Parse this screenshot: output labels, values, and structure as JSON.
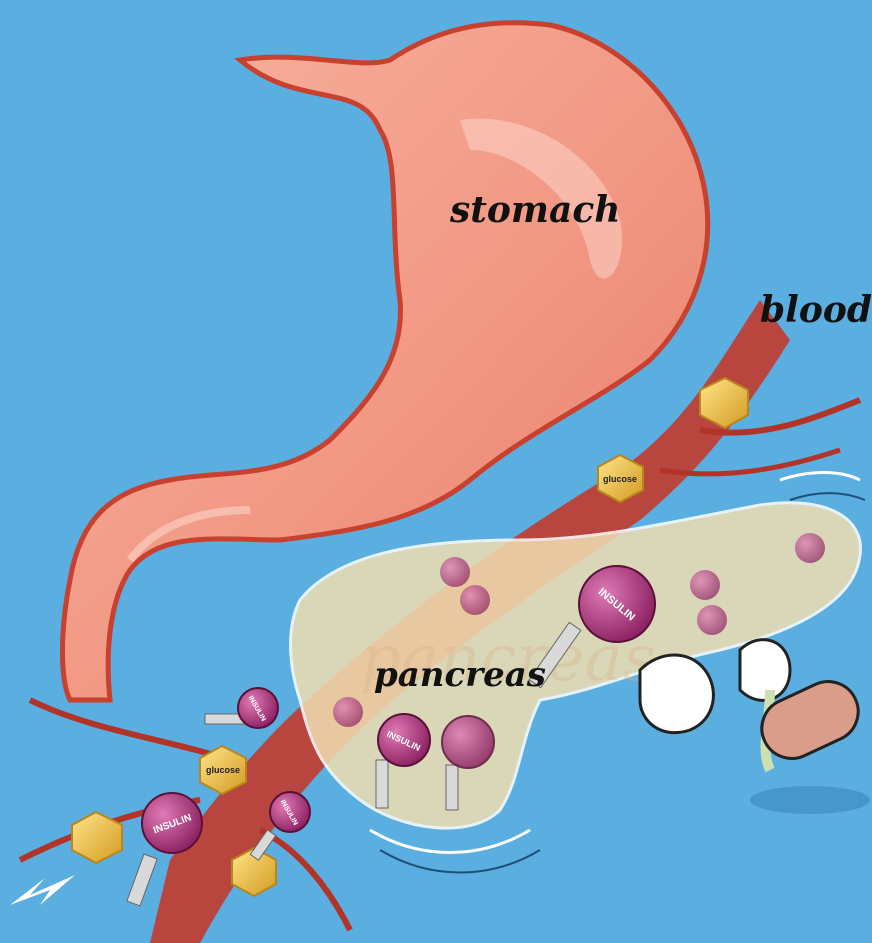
{
  "colors": {
    "background": "#5aaee0",
    "stomach": "#f29a86",
    "stomach_outline": "#c8402e",
    "blood_vessel": "#c23a2c",
    "pancreas": "#f1dfb2",
    "insulin_key": "#b0397e",
    "glucose": "#f0c24a"
  },
  "labels": {
    "stomach": "stomach",
    "blood": "blood",
    "pancreas": "pancreas",
    "glucose": "glucose",
    "insulin": "INSULIN"
  },
  "watermark": "pancreas",
  "icons": [
    "insulin-key-icon",
    "glucose-hexagon-icon",
    "cartoon-glove-icon",
    "pill-icon",
    "arrow-icon"
  ]
}
